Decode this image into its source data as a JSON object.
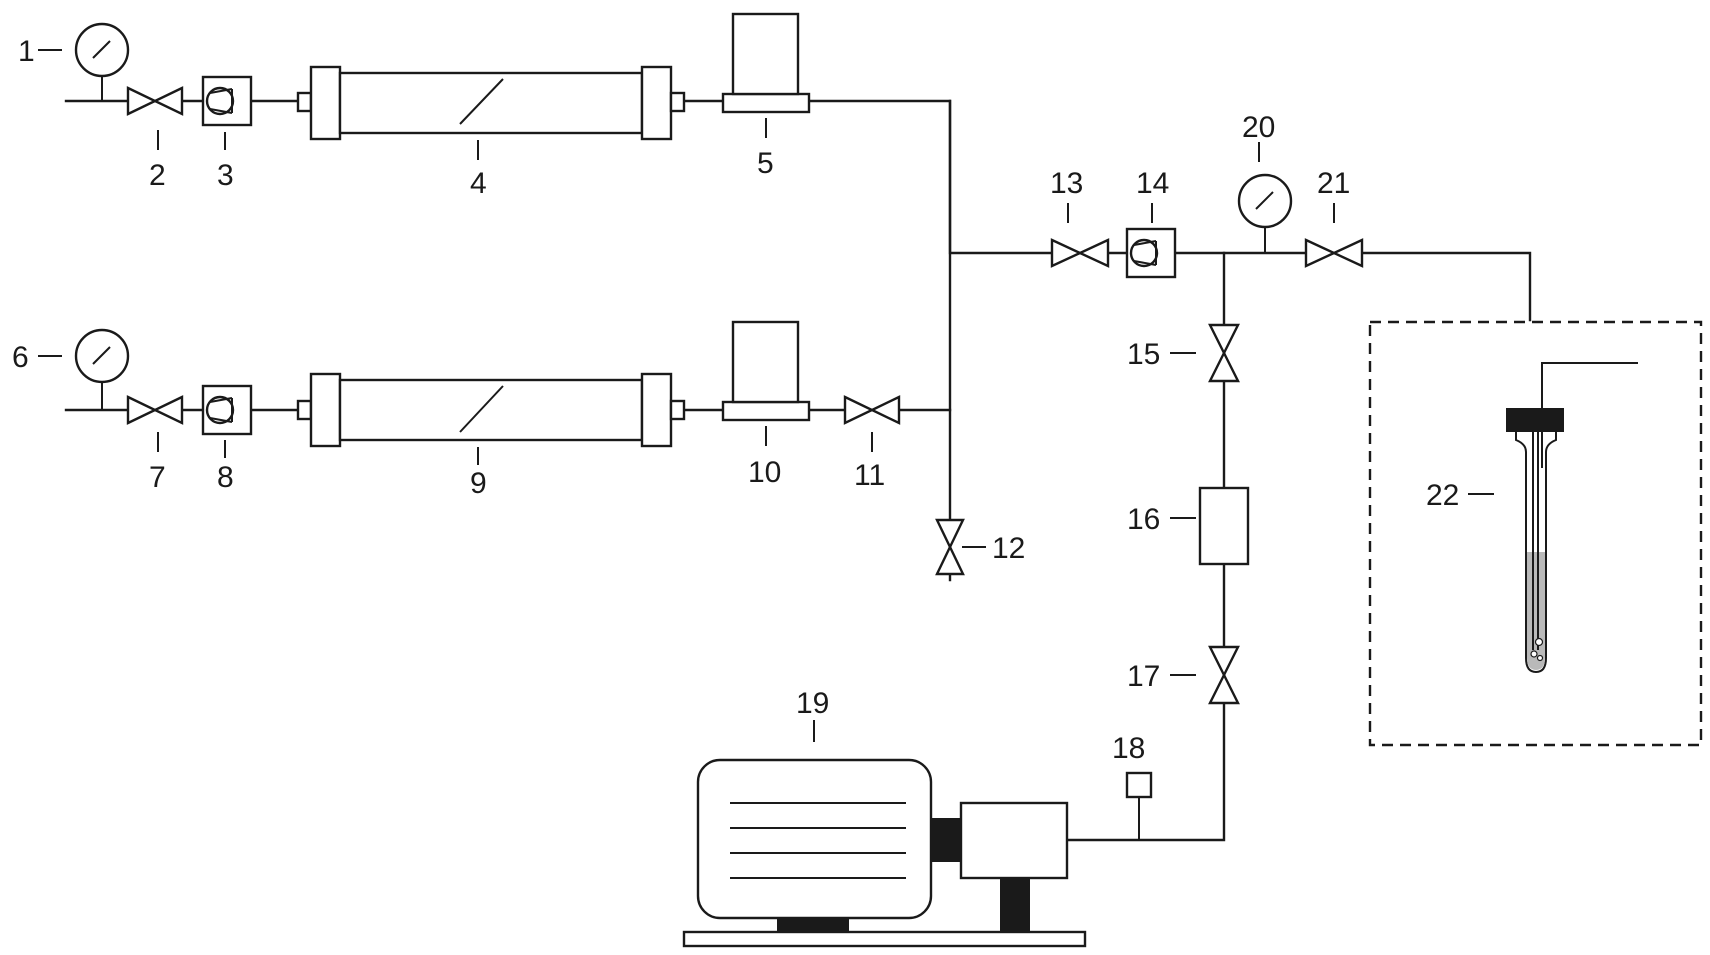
{
  "labels": {
    "l1": "1",
    "l2": "2",
    "l3": "3",
    "l4": "4",
    "l5": "5",
    "l6": "6",
    "l7": "7",
    "l8": "8",
    "l9": "9",
    "l10": "10",
    "l11": "11",
    "l12": "12",
    "l13": "13",
    "l14": "14",
    "l15": "15",
    "l16": "16",
    "l17": "17",
    "l18": "18",
    "l19": "19",
    "l20": "20",
    "l21": "21",
    "l22": "22"
  },
  "colors": {
    "line": "#1a1a1a",
    "liquid": "#b9b9b9",
    "background": "#ffffff"
  }
}
